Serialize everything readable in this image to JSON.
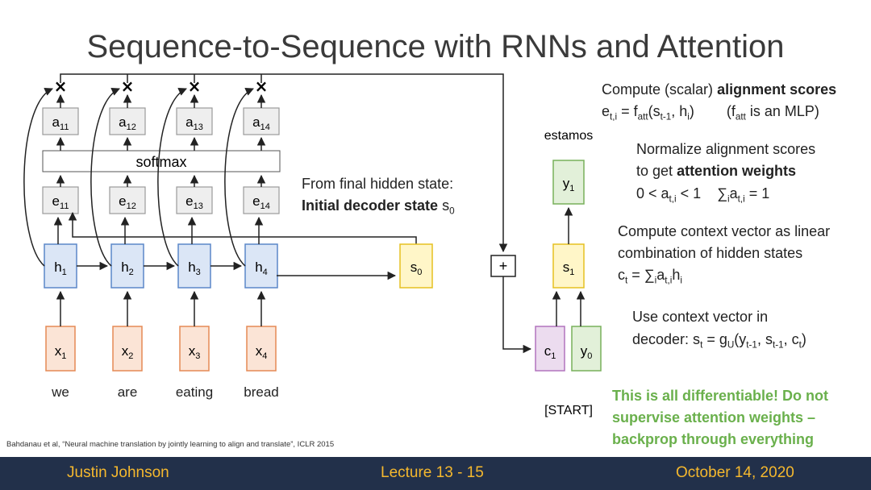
{
  "slide": {
    "title": "Sequence-to-Sequence with RNNs and Attention",
    "citation": "Bahdanau et al, “Neural machine translation by jointly learning to align and translate”, ICLR 2015"
  },
  "diagram": {
    "softmax_label": "softmax",
    "attention_weights": [
      "a11",
      "a12",
      "a13",
      "a14"
    ],
    "alignment_scores": [
      "e11",
      "e12",
      "e13",
      "e14"
    ],
    "encoder_states": [
      "h1",
      "h2",
      "h3",
      "h4"
    ],
    "inputs": [
      "x1",
      "x2",
      "x3",
      "x4"
    ],
    "input_words": [
      "we",
      "are",
      "eating",
      "bread"
    ],
    "multiply_symbol": "×",
    "plus_symbol": "+",
    "decoder_initial_state": "s0",
    "decoder_state": "s1",
    "context_vector": "c1",
    "decoder_input": "y0",
    "decoder_output": "y1",
    "output_word": "estamos",
    "start_token": "[START]"
  },
  "annotations": {
    "initial_state_line1": "From final hidden state:",
    "initial_state_line2_bold": "Initial decoder state",
    "initial_state_line2_var": "s0",
    "step1_line1_prefix": "Compute (scalar)",
    "step1_line1_bold": "alignment scores",
    "step1_line2": "e_t,i = f_att(s_t-1, h_i)      (f_att is an MLP)",
    "step2_line1": "Normalize alignment scores",
    "step2_line2_prefix": "to get",
    "step2_line2_bold": "attention weights",
    "step2_line3": "0 < a_t,i < 1    ∑_i a_t,i = 1",
    "step3_line1": "Compute context vector as linear",
    "step3_line2": "combination of hidden states",
    "step3_line3": "c_t = ∑_i a_t,i h_i",
    "step4_line1": "Use context vector in",
    "step4_line2": "decoder: s_t = g_U(y_t-1, s_t-1, c_t)",
    "green_line1": "This is all differentiable! Do not",
    "green_line2": "supervise attention weights –",
    "green_line3": "backprop through everything"
  },
  "footer": {
    "author": "Justin Johnson",
    "lecture": "Lecture 13 - 15",
    "date": "October 14, 2020"
  },
  "colors": {
    "encoder_fill": "#dbe6f6",
    "encoder_stroke": "#5b87c9",
    "input_fill": "#fbe4d6",
    "input_stroke": "#e58a55",
    "state_fill": "#fff6c8",
    "state_stroke": "#e5c020",
    "context_fill": "#ecdcef",
    "context_stroke": "#b274bd",
    "y_fill": "#e2f0d9",
    "y_stroke": "#78b15b",
    "gray_fill": "#eeeeee",
    "gray_stroke": "#9a9a9a",
    "footer_bg": "#22304a",
    "footer_text": "#f5b82e",
    "green_text": "#6ab04c"
  }
}
